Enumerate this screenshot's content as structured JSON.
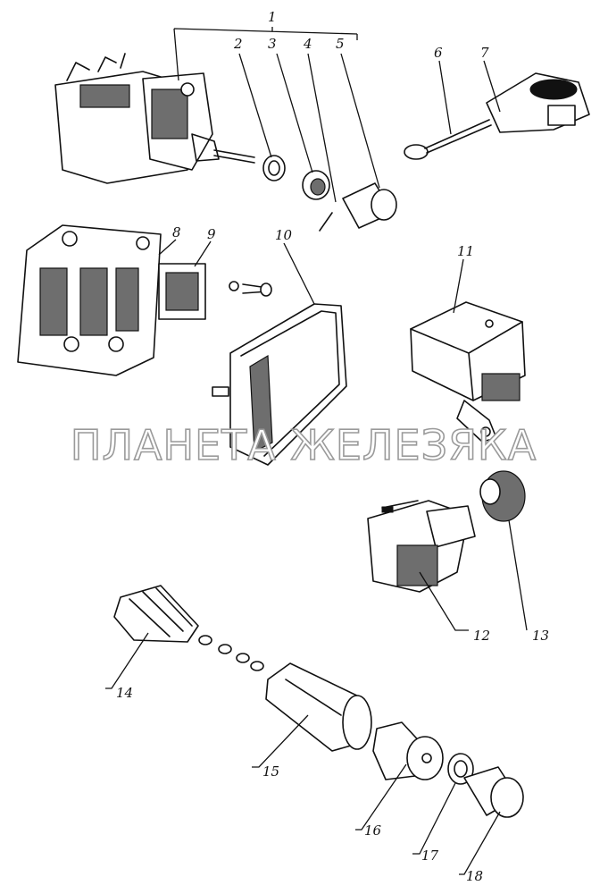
{
  "watermark": "ПЛАНЕТА ЖЕЛЕЗЯКА",
  "callouts": [
    "1",
    "2",
    "3",
    "4",
    "5",
    "6",
    "7",
    "8",
    "9",
    "10",
    "11",
    "12",
    "13",
    "14",
    "15",
    "16",
    "17",
    "18"
  ]
}
